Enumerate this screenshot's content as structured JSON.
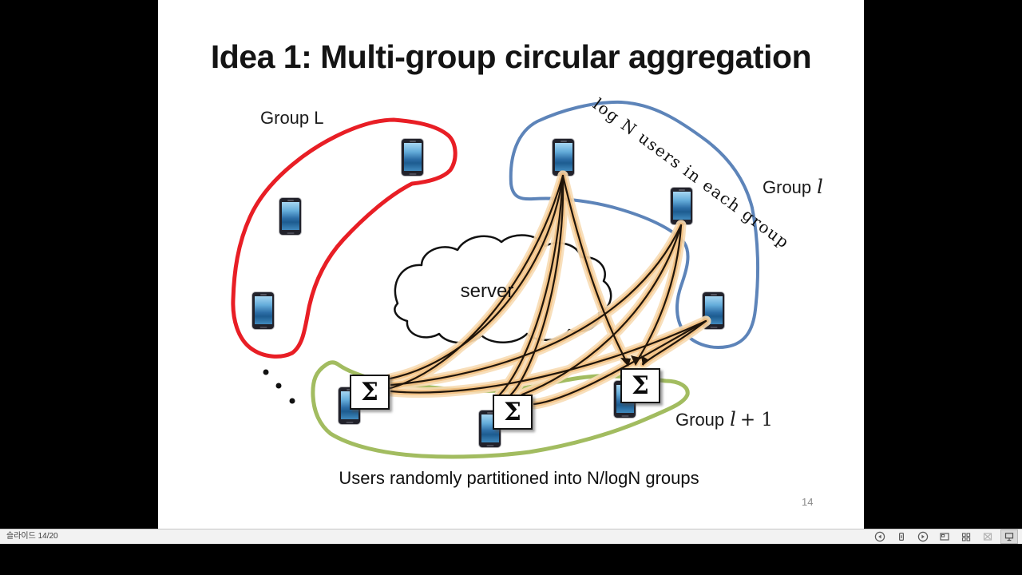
{
  "slide": {
    "title": "Idea 1: Multi-group circular aggregation",
    "caption": "Users randomly partitioned into N/logN groups",
    "server_label": "server",
    "rotated_note": "log N users in each group",
    "aggregator_symbol": "Σ",
    "page_number": "14",
    "groups": {
      "L": {
        "label": "Group L",
        "color": "#e81e25"
      },
      "l": {
        "prefix": "Group",
        "math": "l",
        "color": "#5d84b9"
      },
      "l_plus_1": {
        "prefix": "Group",
        "math": "l",
        "suffix": "+ 1",
        "color": "#a2bc60"
      }
    },
    "colors": {
      "flow_glow": "#f2b26c",
      "flow_line": "#20150a",
      "cloud_stroke": "#111111"
    }
  },
  "statusbar": {
    "slide_counter": "슬라이드 14/20",
    "icons": [
      "previous-slide",
      "annotation-pen",
      "next-slide",
      "normal-view",
      "slide-sorter",
      "reading-view",
      "slideshow"
    ]
  }
}
